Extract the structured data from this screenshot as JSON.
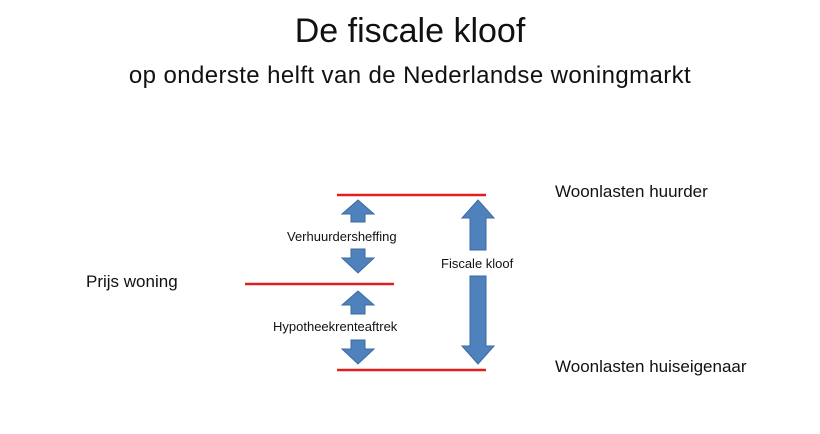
{
  "title": "De fiscale kloof",
  "subtitle": "op onderste helft van de Nederlandse woningmarkt",
  "labels": {
    "woonlasten_huurder": "Woonlasten huurder",
    "woonlasten_huiseigenaar": "Woonlasten huiseigenaar",
    "prijs_woning": "Prijs woning",
    "verhuurdersheffing": "Verhuurdersheffing",
    "hypotheekrenteaftrek": "Hypotheekrenteaftrek",
    "fiscale_kloof": "Fiscale kloof"
  },
  "colors": {
    "line": "#e02020",
    "arrow": "#4f81bd",
    "arrow_stroke": "#3b6aa3"
  }
}
